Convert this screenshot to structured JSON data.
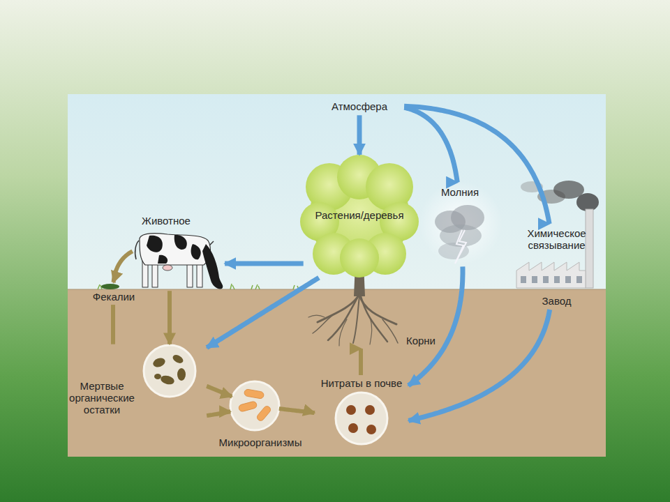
{
  "diagram": {
    "nodes": [
      {
        "text": [
          "Атмосфера"
        ]
      },
      {
        "text": [
          "Растения/деревья"
        ]
      },
      {
        "text": [
          "Молния"
        ]
      },
      {
        "text": [
          "Химическое связывание",
          "Завод"
        ]
      },
      {
        "text": [
          "Животное"
        ]
      },
      {
        "text": [
          "Фекалии"
        ]
      },
      {
        "text": [
          "Мертвые органические остатки"
        ]
      },
      {
        "text": [
          "Микроорганизмы"
        ]
      },
      {
        "text": [
          "Нитраты в почве"
        ]
      },
      {
        "text": [
          "Корни"
        ]
      }
    ],
    "edges": [
      {
        "from": 0,
        "to": 1,
        "arrow": "to"
      },
      {
        "from": 0,
        "to": 2,
        "arrow": "to"
      },
      {
        "from": 0,
        "to": 3,
        "arrow": "to"
      },
      {
        "from": 1,
        "to": 4,
        "arrow": "to"
      },
      {
        "from": 1,
        "to": 6,
        "arrow": "to"
      },
      {
        "from": 4,
        "to": 5,
        "arrow": "to"
      },
      {
        "from": 4,
        "to": 6,
        "arrow": "to"
      },
      {
        "from": 5,
        "to": 6,
        "arrow": "none"
      },
      {
        "from": 6,
        "to": 7,
        "arrow": "to"
      },
      {
        "from": 6,
        "to": 7,
        "arrow": "to"
      },
      {
        "from": 7,
        "to": 8,
        "arrow": "to"
      },
      {
        "from": 8,
        "to": 9,
        "arrow": "to"
      },
      {
        "from": 2,
        "to": 8,
        "arrow": "to"
      },
      {
        "from": 3,
        "to": 8,
        "arrow": "to"
      }
    ]
  }
}
